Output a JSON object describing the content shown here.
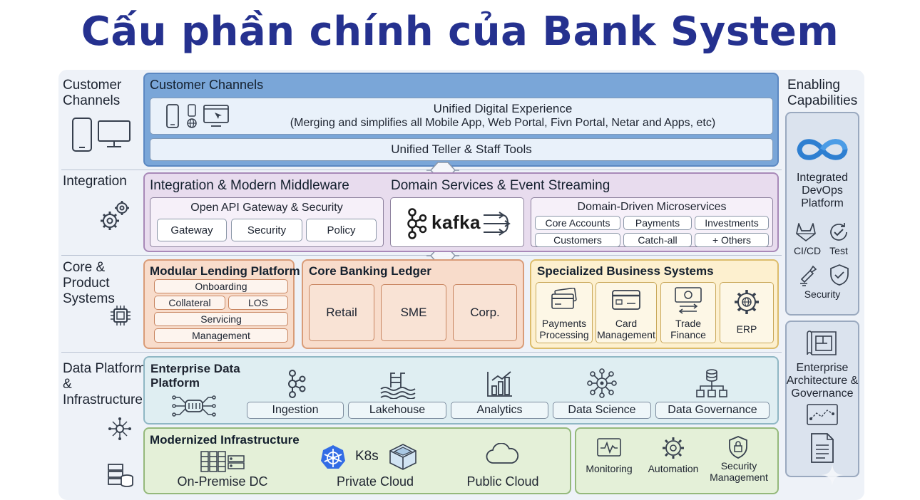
{
  "title": "Cấu phần chính của Bank System",
  "left_labels": {
    "customer_channels": "Customer Channels",
    "integration": "Integration",
    "core_product": "Core & Product Systems",
    "data_platform": "Data Platform & Infrastructure"
  },
  "customer_channels": {
    "title": "Customer Channels",
    "unified_digital_title": "Unified Digital Experience",
    "unified_digital_desc": "(Merging and simplifies all Mobile App, Web Portal, Fivn Portal, Netar and Apps, etc)",
    "teller_tools": "Unified Teller & Staff Tools"
  },
  "integration": {
    "middleware_title": "Integration & Modern Middleware",
    "api_gateway_title": "Open API Gateway & Security",
    "api_items": [
      "Gateway",
      "Security",
      "Policy"
    ],
    "domain_title": "Domain Services & Event Streaming",
    "kafka_label": "kafka",
    "microservices_title": "Domain-Driven Microservices",
    "microservices": [
      "Core Accounts",
      "Payments",
      "Investments",
      "Customers",
      "Catch-all",
      "+ Others"
    ]
  },
  "core": {
    "lending_title": "Modular Lending Platform",
    "lending_items": [
      "Onboarding",
      "Collateral",
      "LOS",
      "Servicing",
      "Management"
    ],
    "ledger_title": "Core Banking Ledger",
    "ledger_items": [
      "Retail",
      "SME",
      "Corp."
    ],
    "specialized_title": "Specialized Business Systems",
    "specialized_items": [
      "Payments Processing",
      "Card Management",
      "Trade Finance",
      "ERP"
    ]
  },
  "data": {
    "edp_title": "Enterprise Data Platform",
    "edp_items": [
      "Ingestion",
      "Lakehouse",
      "Analytics",
      "Data Science",
      "Data Governance"
    ]
  },
  "infra": {
    "title": "Modernized Infrastructure",
    "on_prem": "On-Premise DC",
    "k8s": "K8s",
    "private_cloud": "Private Cloud",
    "public_cloud": "Public Cloud",
    "ops_items": [
      "Monitoring",
      "Automation",
      "Security Management"
    ]
  },
  "enabling": {
    "title": "Enabling Capabilities",
    "devops_title": "Integrated DevOps Platform",
    "devops_items": [
      "CI/CD",
      "Test",
      "Security"
    ],
    "ea_title": "Enterprise Architecture & Governance"
  },
  "colors": {
    "title": "#25318f",
    "blue": "#cfe0f3",
    "purple": "#e8dcee",
    "orange": "#f8dccb",
    "yellow": "#fdf0cf",
    "teal": "#dfeef2",
    "green": "#e4f0d8"
  },
  "icons": [
    "mobile-icon",
    "desktop-icon",
    "gears-icon",
    "chip-icon",
    "network-icon",
    "database-icon",
    "devops-infinity-icon",
    "kafka-icon",
    "kubernetes-icon",
    "cloud-icon"
  ]
}
